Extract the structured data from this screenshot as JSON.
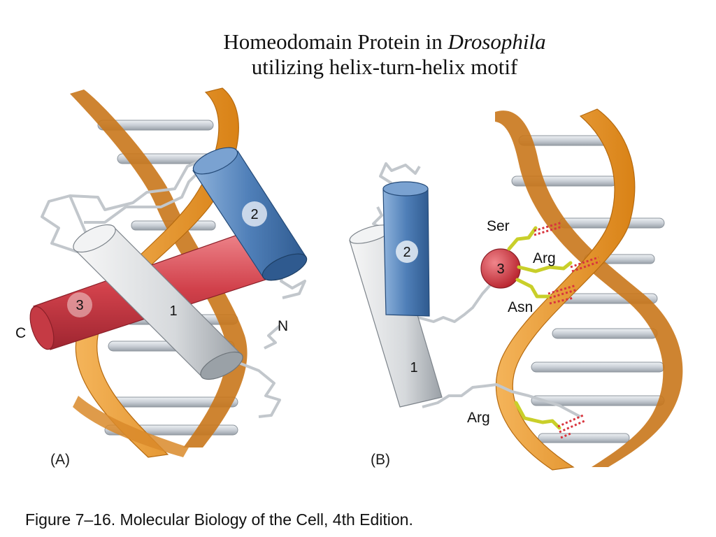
{
  "title": {
    "line1_prefix": "Homeodomain Protein  in ",
    "line1_italic": "Drosophila",
    "line2": "utilizing helix-turn-helix motif"
  },
  "panel_a": {
    "label": "(A)",
    "helices": {
      "h1": "1",
      "h2": "2",
      "h3": "3"
    },
    "terminus_c": "C",
    "terminus_n": "N"
  },
  "panel_b": {
    "label": "(B)",
    "helices": {
      "h1": "1",
      "h2": "2",
      "h3": "3"
    },
    "residues": {
      "ser": "Ser",
      "arg_top": "Arg",
      "asn": "Asn",
      "arg_bottom": "Arg"
    }
  },
  "caption": "Figure 7–16. Molecular Biology of the Cell, 4th Edition.",
  "colors": {
    "dna_ribbon": "#e8982a",
    "dna_ribbon_dark": "#c06f12",
    "base_pair": "#c9cfd6",
    "helix_blue": "#4f7fb8",
    "helix_red": "#d1414b",
    "helix_white": "#d9dcdf",
    "side_chain": "#d9e04a",
    "h_bond": "#d8343d"
  }
}
